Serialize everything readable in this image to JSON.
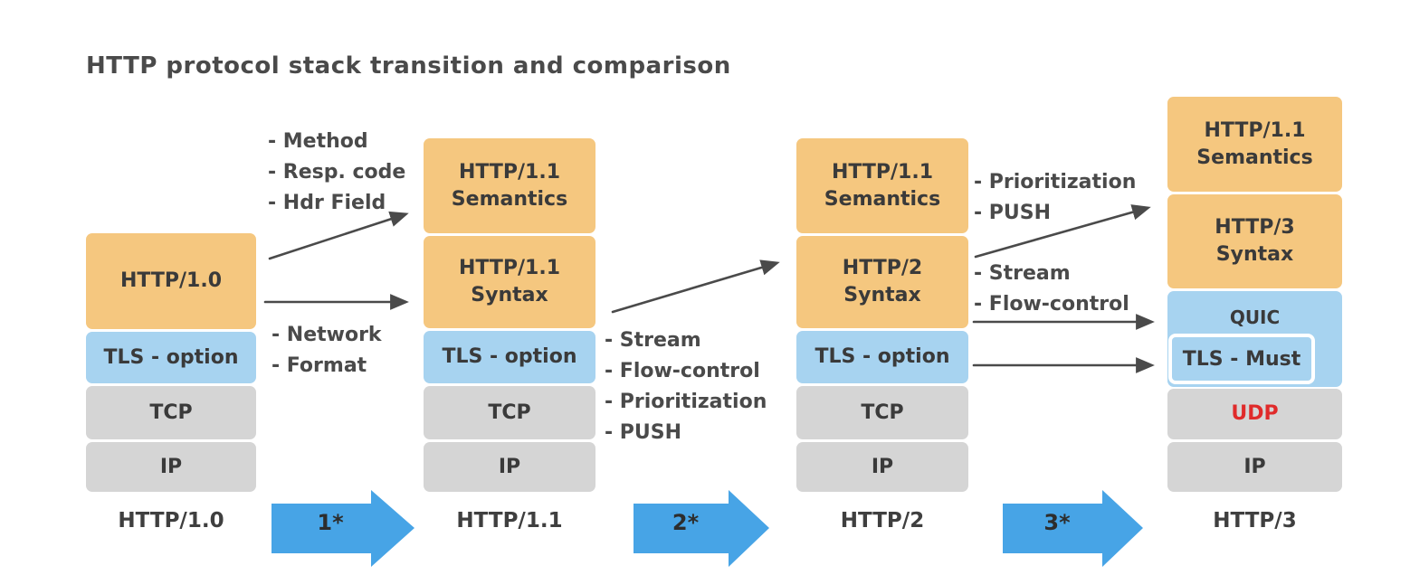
{
  "title": "HTTP protocol stack transition and comparison",
  "colors": {
    "box_orange": "#F5C77F",
    "box_blue": "#A7D3F0",
    "box_gray": "#D5D5D5",
    "block_arrow_blue": "#47A4E6",
    "connector_dark": "#4A4A4A",
    "udp_red": "#E02A2A"
  },
  "stacks": [
    {
      "caption": "HTTP/1.0",
      "app": "HTTP/1.0",
      "tls": "TLS - option",
      "transport": "TCP",
      "network": "IP"
    },
    {
      "caption": "HTTP/1.1",
      "semantics": "HTTP/1.1\nSemantics",
      "syntax": "HTTP/1.1\nSyntax",
      "tls": "TLS - option",
      "transport": "TCP",
      "network": "IP"
    },
    {
      "caption": "HTTP/2",
      "semantics": "HTTP/1.1\nSemantics",
      "syntax": "HTTP/2\nSyntax",
      "tls": "TLS - option",
      "transport": "TCP",
      "network": "IP"
    },
    {
      "caption": "HTTP/3",
      "semantics": "HTTP/1.1\nSemantics",
      "syntax": "HTTP/3\nSyntax",
      "quic": "QUIC",
      "tls": "TLS - Must",
      "transport": "UDP",
      "network": "IP"
    }
  ],
  "transitions": [
    {
      "block_label": "1*",
      "upper_notes": [
        "- Method",
        "- Resp. code",
        "- Hdr Field"
      ],
      "lower_notes": [
        "- Network",
        "- Format"
      ]
    },
    {
      "block_label": "2*",
      "lower_notes": [
        "- Stream",
        "- Flow-control",
        "- Prioritization",
        "- PUSH"
      ]
    },
    {
      "block_label": "3*",
      "upper_notes": [
        "- Prioritization",
        "- PUSH"
      ],
      "mid_notes": [
        "- Stream",
        "- Flow-control"
      ]
    }
  ]
}
